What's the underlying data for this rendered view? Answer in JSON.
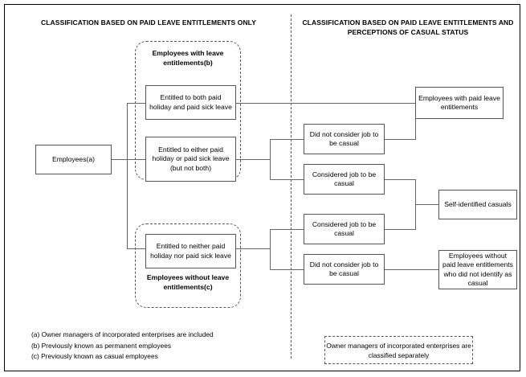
{
  "headers": {
    "left": "CLASSIFICATION BASED ON PAID LEAVE ENTITLEMENTS ONLY",
    "right": "CLASSIFICATION BASED ON PAID LEAVE ENTITLEMENTS AND PERCEPTIONS OF CASUAL STATUS"
  },
  "groups": {
    "with_leave": "Employees with leave entitlements(b)",
    "without_leave": "Employees without leave entitlements(c)"
  },
  "boxes": {
    "employees": "Employees(a)",
    "both": "Entitled to both paid holiday and paid sick leave",
    "either": "Entitled to either paid holiday or paid sick leave (but not both)",
    "neither": "Entitled to neither paid holiday nor paid sick leave",
    "mid1": "Did not consider job to be casual",
    "mid2": "Considered job to be casual",
    "mid3": "Considered job to be casual",
    "mid4": "Did not consider job to be casual",
    "out1": "Employees with paid leave entitlements",
    "out2": "Self-identified casuals",
    "out3": "Employees without paid leave entitlements who did not identify as casual"
  },
  "footnotes": [
    "(a) Owner managers of incorporated enterprises are included",
    "(b) Previously known as permanent employees",
    "(c) Previously known as casual employees"
  ],
  "note": "Owner managers of incorporated enterprises are classified separately",
  "colors": {
    "line": "#666666",
    "frame": "#000000",
    "background": "#ffffff"
  }
}
